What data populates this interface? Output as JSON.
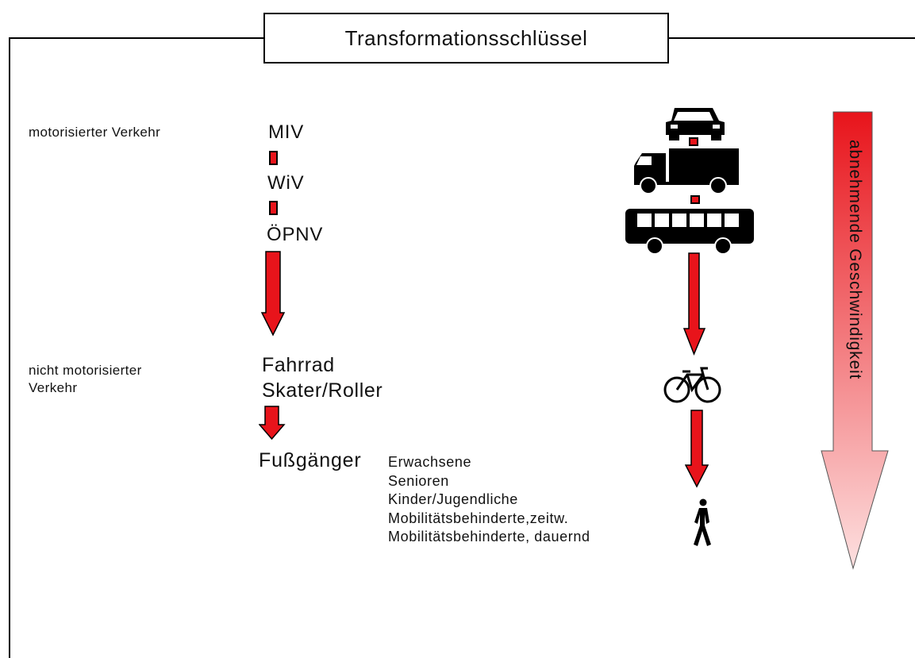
{
  "title": "Transformationsschlüssel",
  "categories": {
    "motorized": "motorisierter Verkehr",
    "non_motorized_line1": "nicht motorisierter",
    "non_motorized_line2": "Verkehr"
  },
  "modes": {
    "miv": "MIV",
    "wiv": "WiV",
    "opnv": "ÖPNV",
    "fahrrad": "Fahrrad",
    "skater": "Skater/Roller",
    "fussganger": "Fußgänger"
  },
  "pedestrian_groups": [
    "Erwachsene",
    "Senioren",
    "Kinder/Jugendliche",
    "Mobilitätsbehinderte,zeitw.",
    "Mobilitätsbehinderte, dauernd"
  ],
  "speed_axis_label": "abnehmende Geschwindigkeit",
  "icons": [
    "car-icon",
    "truck-icon",
    "bus-icon",
    "bicycle-icon",
    "pedestrian-icon"
  ],
  "colors": {
    "accent_red": "#e8141b",
    "gradient_light": "#fde0e0"
  }
}
